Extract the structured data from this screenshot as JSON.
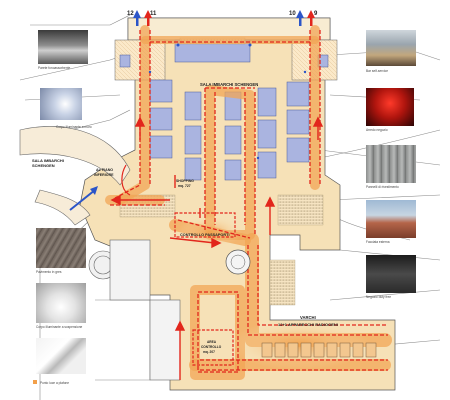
{
  "labels": {
    "gate_left": "12",
    "gate_left_b": "11",
    "gate_right": "10",
    "gate_right_b": "9",
    "sala_imbarchi_schengen": "SALA IMBARCHI SCHENGEN",
    "sala_imbarchi_extra_l1": "SALA IMBARCHI",
    "sala_imbarchi_extra_l2": "SCHENGEN",
    "al_piano_inferiore_l1": "AL PIANO",
    "al_piano_inferiore_l2": "INFERIORE",
    "negozio_l1": "SHOPPING",
    "negozio_l2": "mq. 727",
    "controllo_passaporti": "CONTROLLO PASSAPORTI",
    "varchi_l1": "VARCHI",
    "varchi_l2": "12+1 APPARECCHI RADIOGENI",
    "area_box_l1": "AREA",
    "area_box_l2": "CONTROLLO",
    "area_box_l3": "mq. 207"
  },
  "captions": {
    "left_1": "Parete fonoassorbente",
    "left_2": "Corpo illuminante a muro",
    "left_3": "Pavimento in gres",
    "left_4": "Corpo illuminante a sospensione",
    "left_5": "Punto luce a plafone",
    "right_1": "Bar self-service",
    "right_2": "Arredo negozio",
    "right_3": "Pannelli di rivestimento",
    "right_4": "Facciata esterna",
    "right_5": "Negozio duty free"
  },
  "colors": {
    "path_glow": "#f5a64a",
    "path_core": "#e2261c",
    "floor": "#f6dfb3",
    "rooms": "#aab4e0",
    "lines": "#555555",
    "arrow_blue": "#2b55c8"
  }
}
